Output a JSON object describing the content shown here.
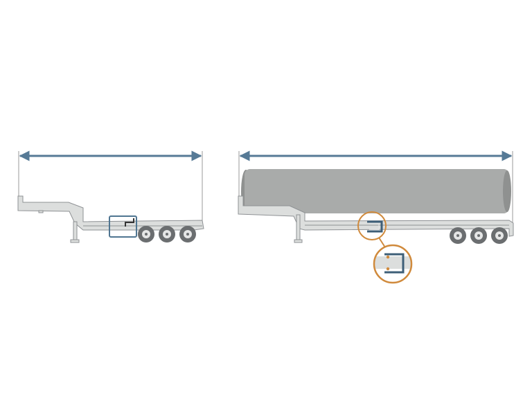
{
  "colors": {
    "dimension_arrow": "#567a96",
    "trailer_fill": "#dcdedd",
    "trailer_stroke": "#8e9194",
    "wheel": "#6b6e70",
    "highlight_box": "#4f7591",
    "pipe": "#a9abaa",
    "pipe_end": "#8f9190",
    "callout": "#d08a3c"
  },
  "panels": [
    {
      "name": "empty-trailer",
      "highlight": "blue-box"
    },
    {
      "name": "loaded-trailer-with-pipe",
      "highlight": "orange-callout"
    }
  ]
}
